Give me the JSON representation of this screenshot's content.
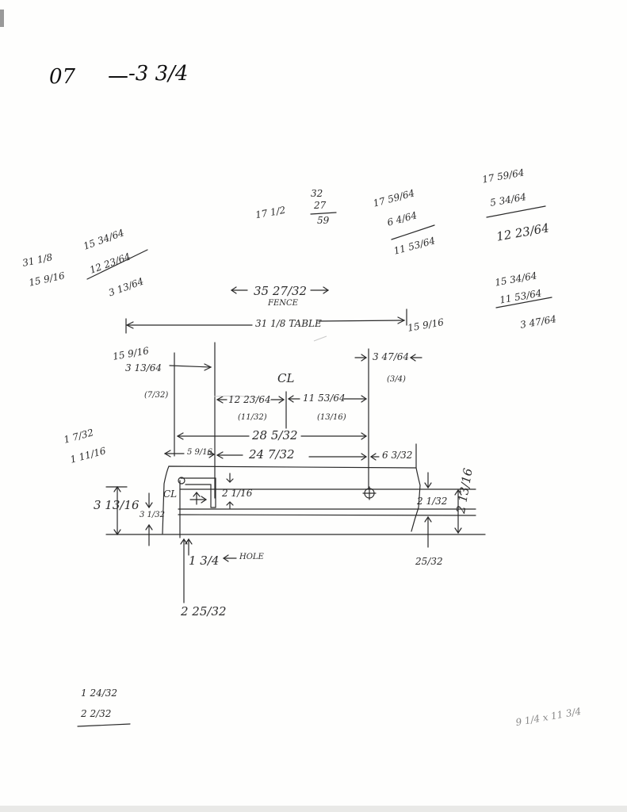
{
  "header": {
    "left": "07",
    "right": "-3 3/4"
  },
  "calcs": {
    "c1_a": "31 1/8",
    "c1_b": "15 9/16",
    "c2_a": "15 34/64",
    "c2_b": "12 23/64",
    "c2_r": "3 13/64",
    "c3": "17 1/2",
    "c4_a": "32",
    "c4_b": "27",
    "c4_r": "59",
    "c5_a": "17 59/64",
    "c5_b": "6 4/64",
    "c5_r": "11 53/64",
    "c6_a": "17 59/64",
    "c6_b": "5 34/64",
    "c6_r": "12 23/64",
    "c7_a": "15 34/64",
    "c7_b": "11 53/64",
    "c7_r": "3 47/64"
  },
  "drawing": {
    "fence": "35 27/32",
    "fence_label": "FENCE",
    "table": "31 1/8 TABLE",
    "table_right": "15 9/16",
    "left_top_a": "15 9/16",
    "left_top_b": "3 13/64",
    "left_paren": "(7/32)",
    "right_top": "3 47/64",
    "right_paren": "(3/4)",
    "centerline": "CL",
    "mid_left": "12 23/64",
    "mid_left_paren": "(11/32)",
    "mid_right": "11 53/64",
    "mid_right_paren": "(13/16)",
    "overall": "28 5/32",
    "left_side_a": "1 7/32",
    "left_side_b": "1 11/16",
    "row_left": "5 9/16",
    "row_mid": "24 7/32",
    "row_right": "6 3/32",
    "height_left": "3 13/16",
    "cl_small": "CL",
    "slot": "2 1/16",
    "small_left": "3 1/32",
    "right_a": "2 1/32",
    "right_b": "2 13/16",
    "right_bottom": "25/32",
    "hole_dim": "1 3/4",
    "hole_label": "HOLE",
    "lower_dim": "2 25/32"
  },
  "footer": {
    "sum_a": "1 24/32",
    "sum_b": "2 2/32",
    "paper": "9 1/4 x 11 3/4"
  }
}
